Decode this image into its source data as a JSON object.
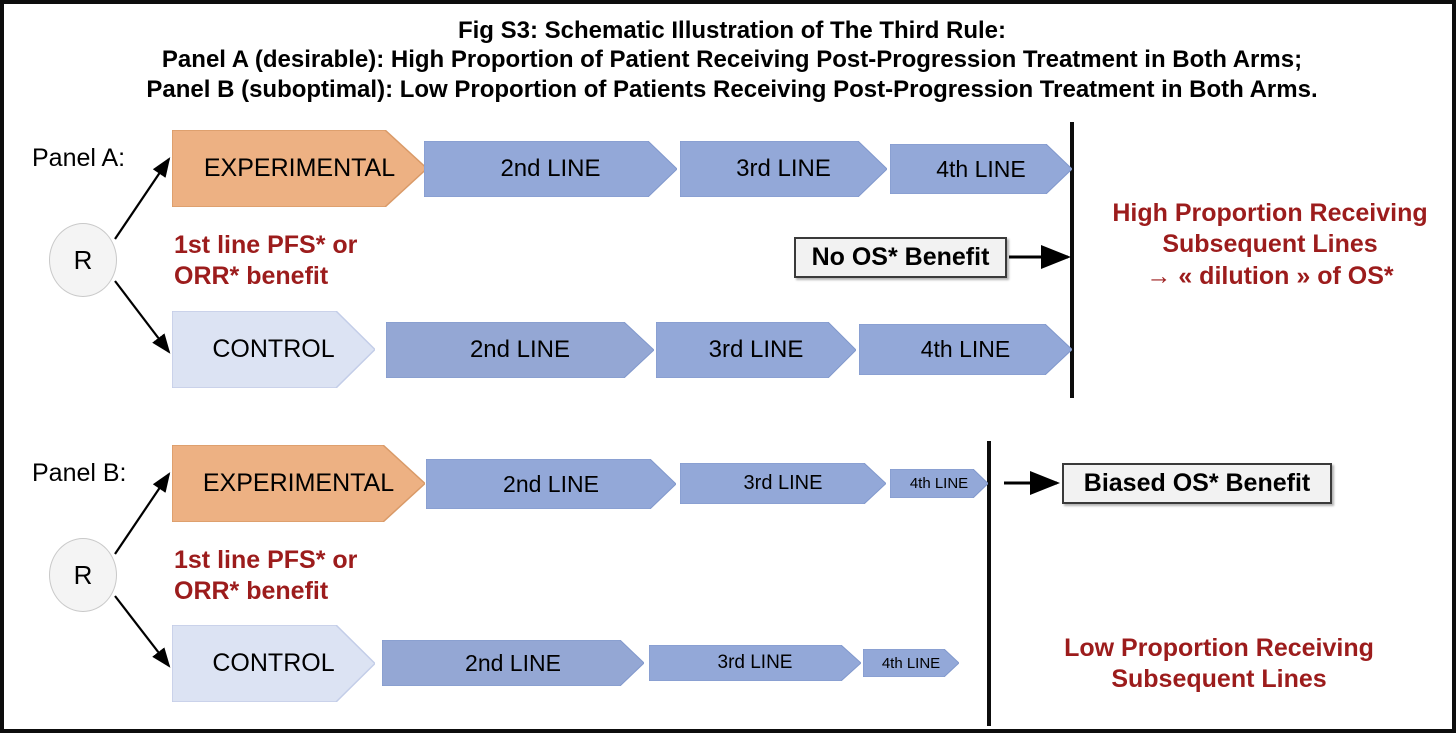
{
  "figure": {
    "title_lines": [
      "Fig S3: Schematic Illustration of The Third Rule:",
      "Panel A (desirable): High Proportion of Patient Receiving Post-Progression Treatment in Both Arms;",
      "Panel B (suboptimal): Low Proportion of Patients Receiving Post-Progression Treatment in Both Arms."
    ],
    "colors": {
      "experimental_fill": "#edb183",
      "experimental_border": "#d99a68",
      "control_fill": "#dce3f3",
      "control_border": "#c3cde8",
      "line_fill_light": "#93a8d8",
      "line_fill_dark": "#94a7d4",
      "red_accent": "#9c1c1c",
      "frame": "#0d0d0d",
      "callout_fill": "#f2f2f2",
      "r_node_fill": "#f4f4f4"
    }
  },
  "panel_a": {
    "label": "Panel A:",
    "randomization_node": "R",
    "branch_annotation": "1st line PFS* or\nORR* benefit",
    "branch_annotation_lines": [
      "1st line PFS* or",
      "ORR* benefit"
    ],
    "experimental_arm": {
      "treatment": "EXPERIMENTAL",
      "subsequent_lines": [
        "2nd LINE",
        "3rd LINE",
        "4th LINE"
      ]
    },
    "control_arm": {
      "treatment": "CONTROL",
      "subsequent_lines": [
        "2nd LINE",
        "3rd LINE",
        "4th LINE"
      ]
    },
    "outcome_box": "No OS* Benefit",
    "conclusion_lines": [
      "High Proportion Receiving",
      "Subsequent Lines",
      "→ « dilution » of OS*"
    ]
  },
  "panel_b": {
    "label": "Panel B:",
    "randomization_node": "R",
    "branch_annotation_lines": [
      "1st line PFS* or",
      "ORR* benefit"
    ],
    "experimental_arm": {
      "treatment": "EXPERIMENTAL",
      "subsequent_lines": [
        "2nd LINE",
        "3rd LINE",
        "4th LINE"
      ]
    },
    "control_arm": {
      "treatment": "CONTROL",
      "subsequent_lines": [
        "2nd LINE",
        "3rd LINE",
        "4th LINE"
      ]
    },
    "outcome_box": "Biased OS* Benefit",
    "conclusion_lines": [
      "Low Proportion Receiving",
      "Subsequent Lines"
    ]
  }
}
